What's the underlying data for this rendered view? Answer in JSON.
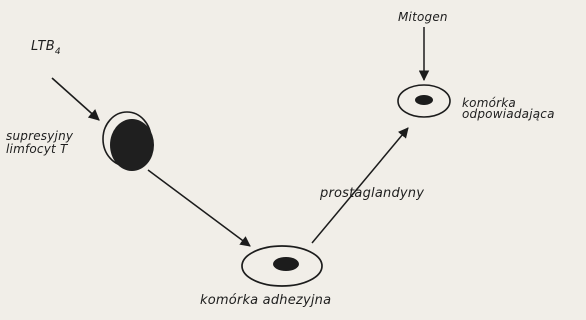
{
  "diagram": {
    "nodes": {
      "ltb4": {
        "label": "LTB",
        "subscript": "4"
      },
      "suppressor": {
        "label_line1": "supresyjny",
        "label_line2": "limfocyt T"
      },
      "adherent": {
        "label": "komórka adhezyjna"
      },
      "mitogen": {
        "label": "Mitogen"
      },
      "responder": {
        "label_line1": "komórka",
        "label_line2": "odpowiadająca"
      }
    },
    "edges": {
      "adherent_to_responder": {
        "label": "prostaglandyny"
      }
    },
    "colors": {
      "ink": "#1c1c1c",
      "paper": "#f1eee8"
    }
  }
}
